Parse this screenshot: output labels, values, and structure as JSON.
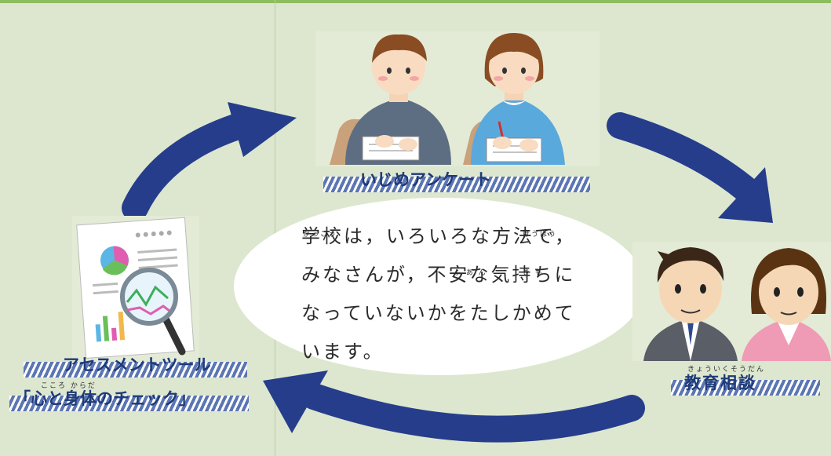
{
  "labels": {
    "survey": "いじめアンケート",
    "assessment_line1": "アセスメントツール",
    "assessment_line2": "「心と身体のチェック」",
    "assessment_ruby": "こころ からだ",
    "counseling": "教育相談",
    "counseling_ruby": "きょういくそうだん"
  },
  "message": {
    "line1": "学校は，いろいろな方法で，",
    "line1_ruby_a": "がっこう",
    "line1_ruby_b": "ほうほう",
    "line2": "みなさんが，不安な気持ちに",
    "line2_ruby_a": "ふ あ ん",
    "line2_ruby_b": "き も",
    "line3": "なっていないかをたしかめて",
    "line4": "います。"
  },
  "colors": {
    "background": "#dde7cf",
    "arrow": "#263d8c",
    "label_text": "#1e3a78",
    "bubble": "#ffffff"
  }
}
